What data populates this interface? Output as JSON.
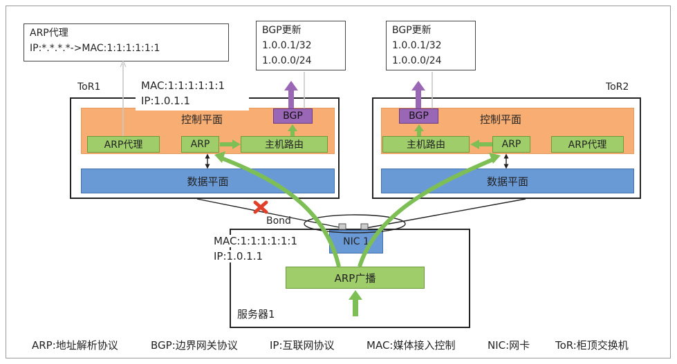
{
  "arp_proxy_note": {
    "line1": "ARP代理",
    "line2": "IP:*.*.*.*->MAC:1:1:1:1:1:1"
  },
  "bgp_note_left": {
    "title": "BGP更新",
    "route1": "1.0.0.1/32",
    "route2": "1.0.0.0/24"
  },
  "bgp_note_right": {
    "title": "BGP更新",
    "route1": "1.0.0.1/32",
    "route2": "1.0.0.0/24"
  },
  "tor1": {
    "label": "ToR1",
    "mac": "MAC:1:1:1:1:1:1",
    "ip": "IP:1.0.1.1",
    "control_plane": "控制平面",
    "arp_proxy": "ARP代理",
    "arp": "ARP",
    "host_route": "主机路由",
    "bgp": "BGP",
    "data_plane": "数据平面"
  },
  "tor2": {
    "label": "ToR2",
    "control_plane": "控制平面",
    "bgp": "BGP",
    "host_route": "主机路由",
    "arp": "ARP",
    "arp_proxy": "ARP代理",
    "data_plane": "数据平面"
  },
  "server": {
    "label": "服务器1",
    "bond": "Bond",
    "nic": "NIC 1",
    "mac": "MAC:1:1:1:1:1:1",
    "ip": "IP:1.0.1.1",
    "arp_broadcast": "ARP广播"
  },
  "legend": [
    "ARP:地址解析协议",
    "BGP:边界网关协议",
    "IP:互联网协议",
    "MAC:媒体接入控制",
    "NIC:网卡",
    "ToR:柜顶交换机"
  ],
  "colors": {
    "control_plane": "#f8ae73",
    "data_plane": "#6a9ad6",
    "component": "#9fcd6a",
    "bgp": "#9a66b6",
    "flow_arrow": "#7dbf55",
    "link_fail_mark": "#e0402a"
  }
}
